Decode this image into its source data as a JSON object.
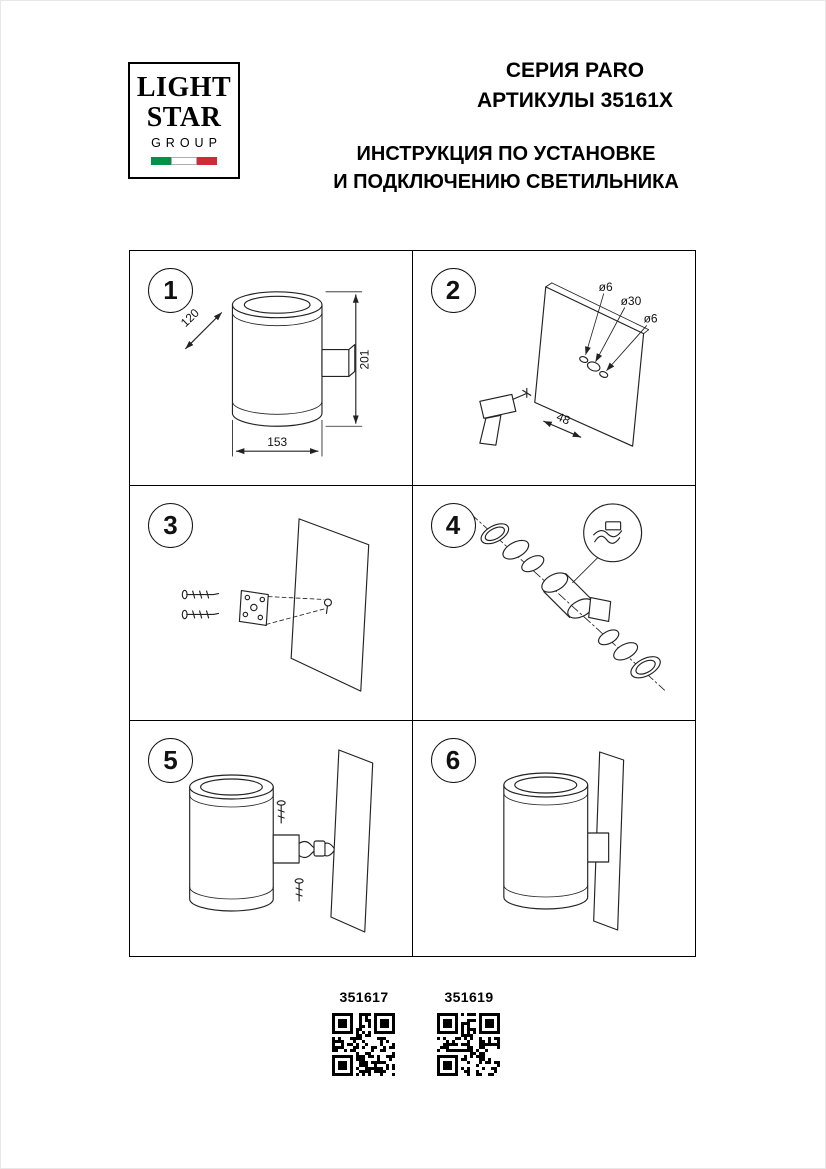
{
  "logo": {
    "line1": "LIGHT",
    "line2": "STAR",
    "line3": "GROUP"
  },
  "header": {
    "series": "СЕРИЯ PARO",
    "articles": "АРТИКУЛЫ 35161X",
    "title1": "ИНСТРУКЦИЯ ПО УСТАНОВКЕ",
    "title2": "И ПОДКЛЮЧЕНИЮ СВЕТИЛЬНИКА"
  },
  "steps": [
    {
      "number": "1",
      "annotations": {
        "diameter": "120",
        "height": "201",
        "width": "153"
      }
    },
    {
      "number": "2",
      "annotations": {
        "hole_small_1": "ø6",
        "hole_large": "ø30",
        "hole_small_2": "ø6",
        "depth": "48"
      }
    },
    {
      "number": "3",
      "annotations": {}
    },
    {
      "number": "4",
      "annotations": {}
    },
    {
      "number": "5",
      "annotations": {}
    },
    {
      "number": "6",
      "annotations": {}
    }
  ],
  "footer": {
    "article_left": "351617",
    "article_right": "351619"
  },
  "colors": {
    "flag_green": "#009246",
    "flag_white": "#ffffff",
    "flag_red": "#CE2B37",
    "ink": "#222222"
  }
}
